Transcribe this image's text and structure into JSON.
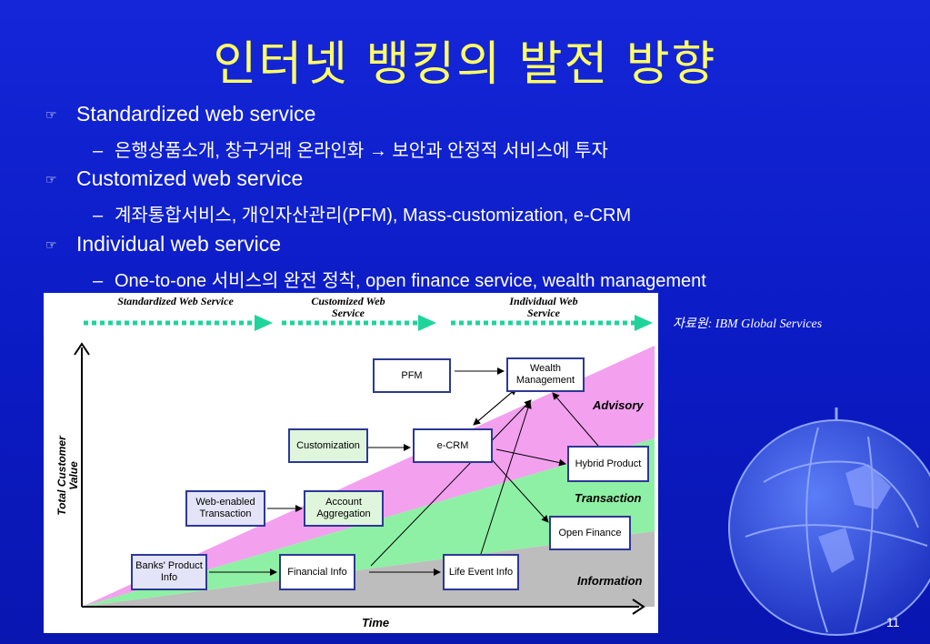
{
  "title": "인터넷 뱅킹의 발전 방향",
  "bullets": [
    {
      "label": "Standardized web service",
      "sub": "은행상품소개, 창구거래 온라인화 → 보안과 안정적 서비스에 투자"
    },
    {
      "label": "Customized web service",
      "sub": "계좌통합서비스, 개인자산관리(PFM), Mass-customization, e-CRM"
    },
    {
      "label": "Individual web service",
      "sub": "One-to-one 서비스의 완전 정착, open finance service, wealth management"
    }
  ],
  "source": "자료원: IBM Global Services",
  "page_number": "11",
  "diagram": {
    "stages": [
      "Standardized Web Service",
      "Customized Web Service",
      "Individual Web Service"
    ],
    "y_axis": "Total Customer Value",
    "x_axis": "Time",
    "regions": [
      "Advisory",
      "Transaction",
      "Information"
    ],
    "boxes": {
      "pfm": "PFM",
      "wealth": "Wealth Management",
      "customization": "Customization",
      "ecrm": "e-CRM",
      "hybrid": "Hybrid Product",
      "web_enabled": "Web-enabled Transaction",
      "account_agg": "Account Aggregation",
      "open_finance": "Open Finance",
      "banks_product": "Banks' Product Info",
      "financial_info": "Financial Info",
      "life_event": "Life Event Info"
    }
  },
  "colors": {
    "title": "#ffff66",
    "background": "#0f20cc",
    "advisory": "#f3a0ef",
    "transaction": "#8ef0a4",
    "information": "#bdbdbd",
    "stage_arrow": "#1fd49a"
  }
}
